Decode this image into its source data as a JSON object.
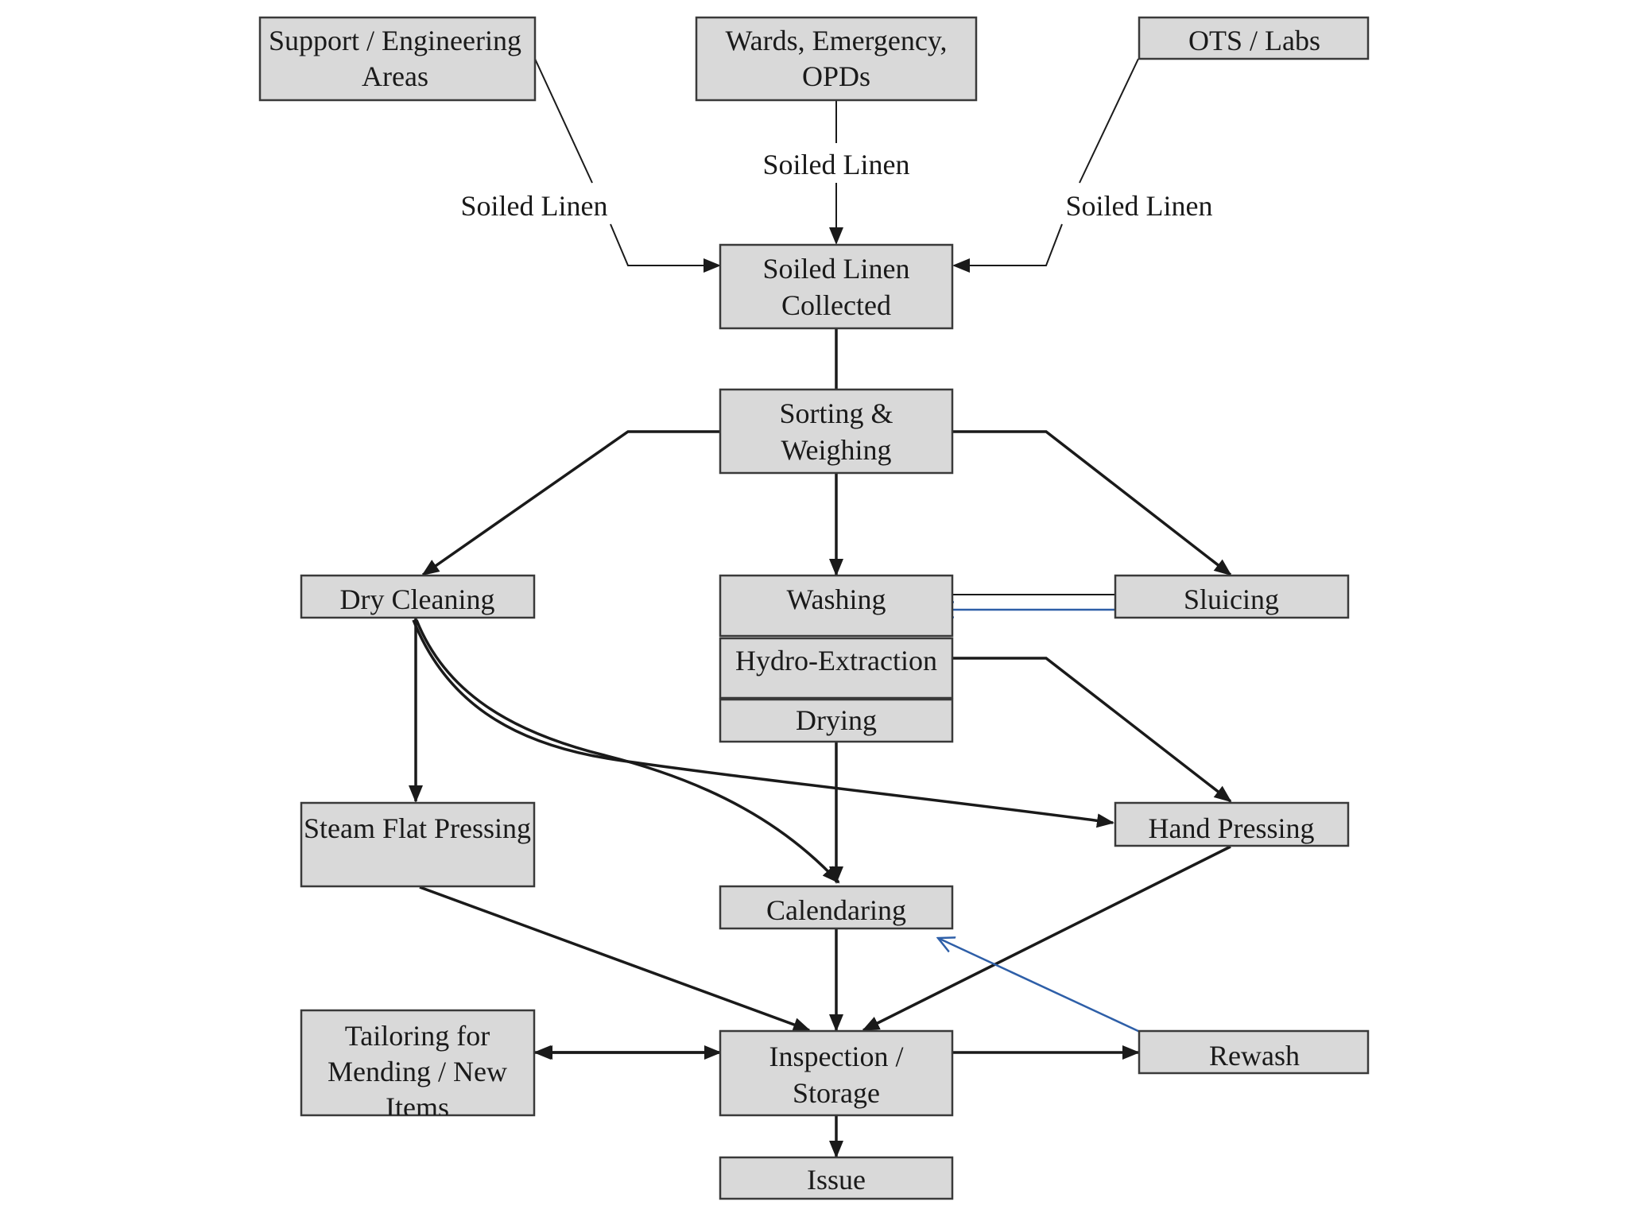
{
  "nodes": {
    "support": {
      "lines": [
        "Support / Engineering",
        "Areas"
      ]
    },
    "wards": {
      "lines": [
        "Wards, Emergency,",
        "OPDs"
      ]
    },
    "ots": {
      "lines": [
        "OTS / Labs"
      ]
    },
    "collected": {
      "lines": [
        "Soiled Linen",
        "Collected"
      ]
    },
    "sorting": {
      "lines": [
        "Sorting &",
        "Weighing"
      ]
    },
    "dry_cleaning": {
      "lines": [
        "Dry Cleaning"
      ]
    },
    "washing": {
      "lines": [
        "Washing"
      ]
    },
    "hydro": {
      "lines": [
        "Hydro-Extraction"
      ]
    },
    "drying": {
      "lines": [
        "Drying"
      ]
    },
    "sluicing": {
      "lines": [
        "Sluicing"
      ]
    },
    "steam_flat": {
      "lines": [
        "Steam Flat Pressing"
      ]
    },
    "hand_pressing": {
      "lines": [
        "Hand Pressing"
      ]
    },
    "calendaring": {
      "lines": [
        "Calendaring"
      ]
    },
    "tailoring": {
      "lines": [
        "Tailoring for",
        "Mending / New",
        "Items"
      ]
    },
    "inspection": {
      "lines": [
        "Inspection /",
        "Storage"
      ]
    },
    "rewash": {
      "lines": [
        "Rewash"
      ]
    },
    "issue": {
      "lines": [
        "Issue"
      ]
    }
  },
  "edge_labels": {
    "left": "Soiled Linen",
    "center": "Soiled Linen",
    "right": "Soiled Linen"
  },
  "colors": {
    "box_fill": "#d9d9d9",
    "box_stroke": "#3a3a3a",
    "arrow": "#1a1a1a",
    "rewash_arrow": "#2e5fa8"
  }
}
